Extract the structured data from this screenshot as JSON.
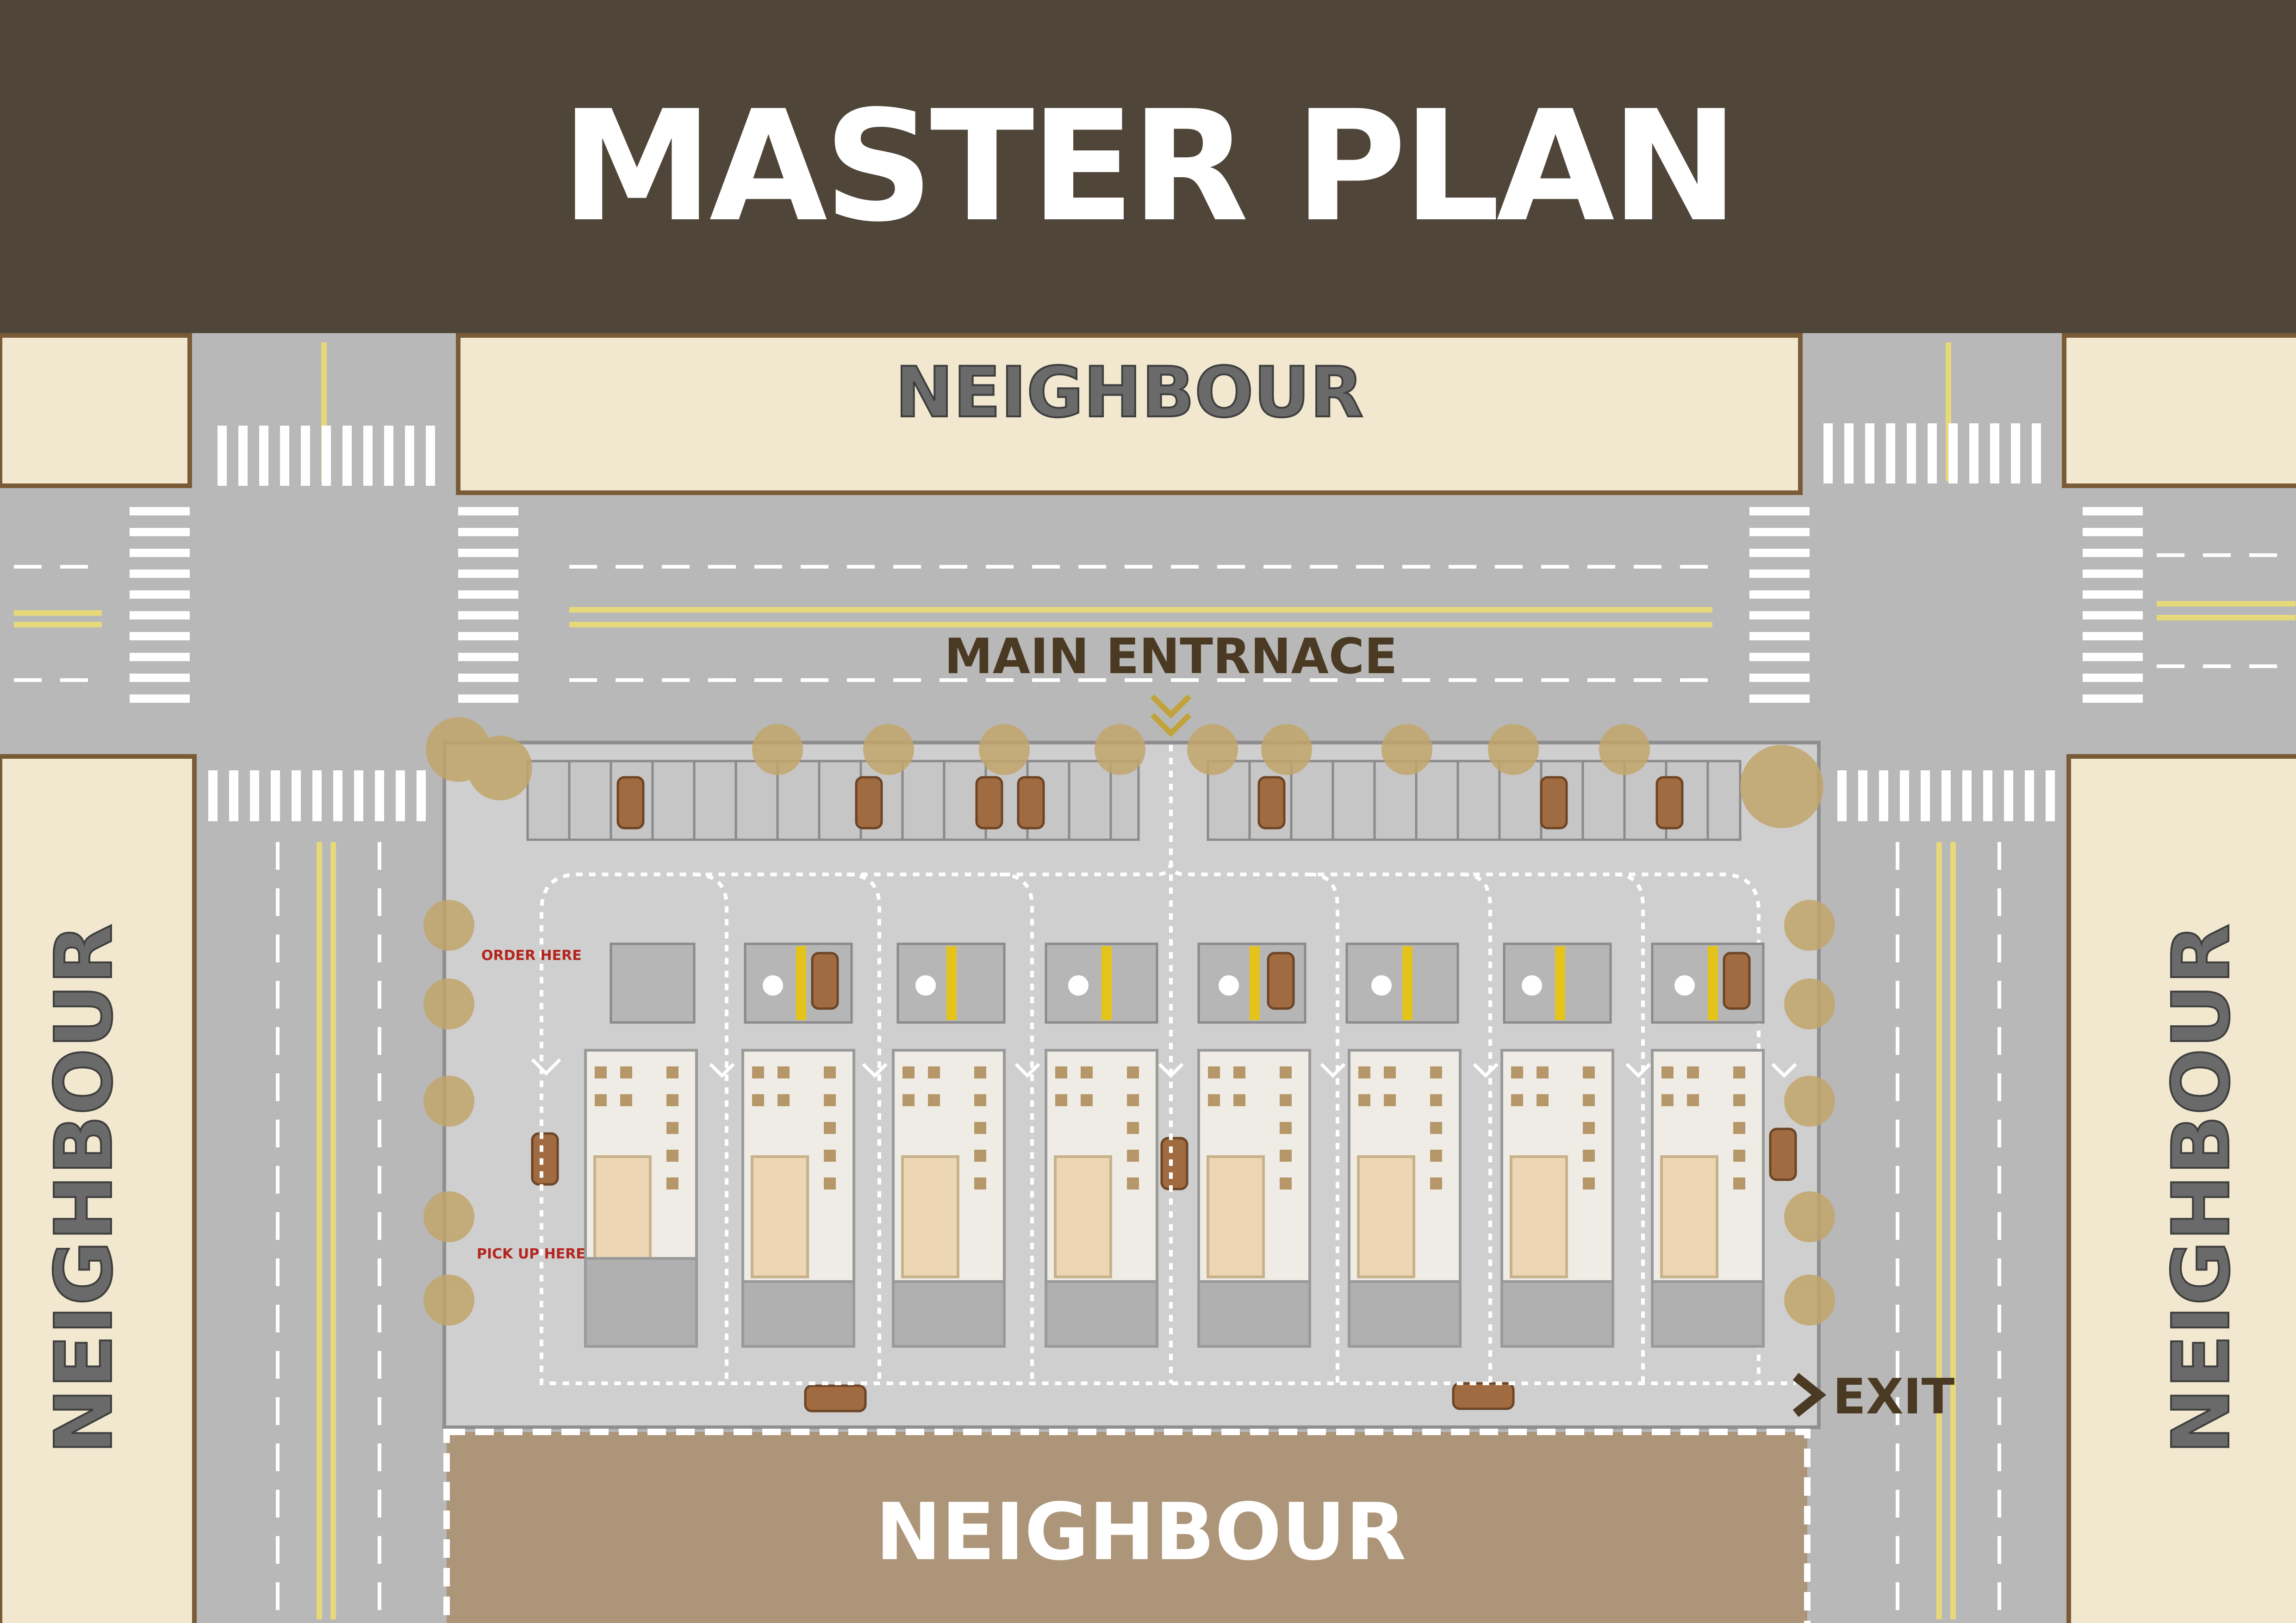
{
  "title": "MASTER PLAN",
  "labels": {
    "neighbour_top": "NEIGHBOUR",
    "neighbour_left": "NEIGHBOUR",
    "neighbour_right": "NEIGHBOUR",
    "neighbour_bottom": "NEIGHBOUR",
    "main_entrance": "MAIN ENTRNACE",
    "exit": "EXIT",
    "order_here": "ORDER HERE",
    "pick_up_here": "PICK UP HERE"
  },
  "units": {
    "count": 8
  },
  "colors": {
    "header": "#4f4539",
    "road": "#b8b8b8",
    "parcel": "#f1e8cf",
    "parcel_border": "#7a5b37",
    "site_paving": "#cfcfcf",
    "neighbour_block": "#ad9579",
    "tree": "#c2a56b",
    "label_dark": "#4b3a23",
    "road_line_yellow": "#e7d97a",
    "accessible_yellow": "#e4c41a",
    "red_note": "#b3261e"
  },
  "icons": [
    "chevron-down-icon",
    "chevron-right-icon",
    "car-icon",
    "tree-icon",
    "wheelchair-icon",
    "table-icon"
  ]
}
